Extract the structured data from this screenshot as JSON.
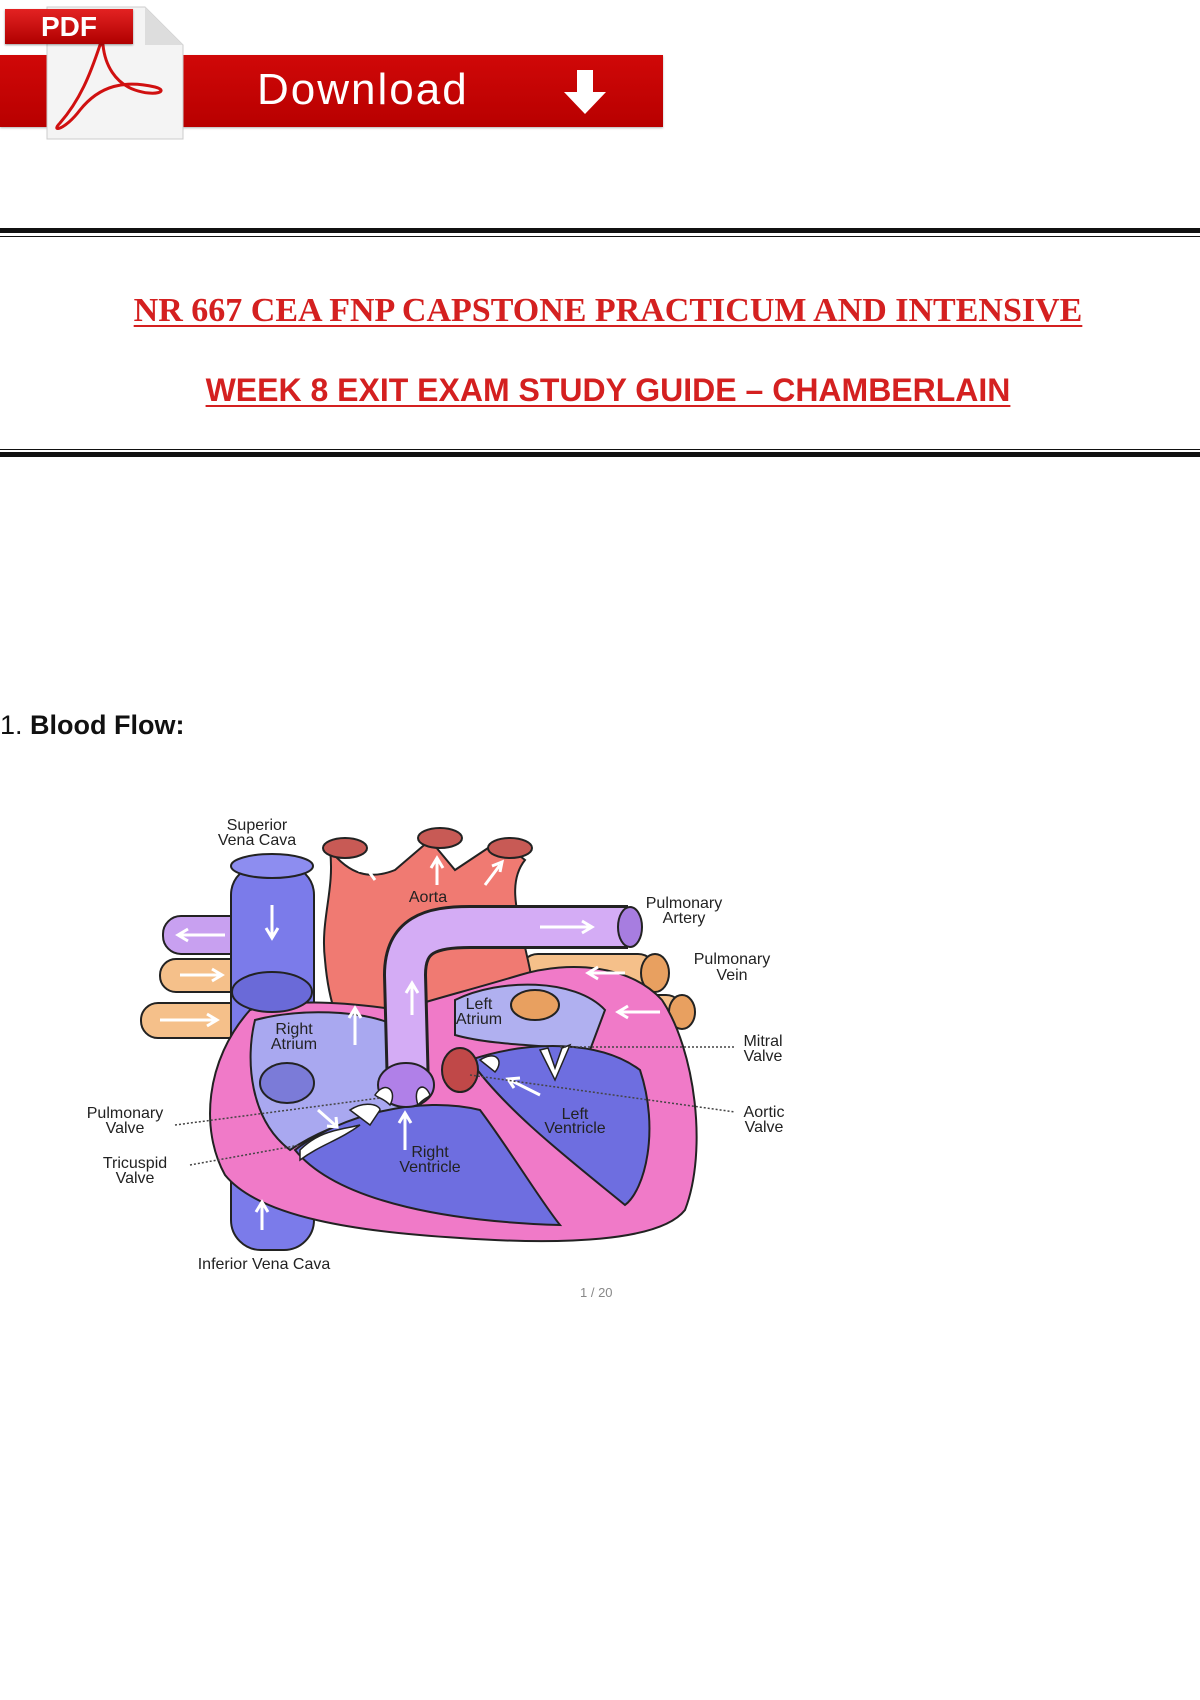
{
  "banner": {
    "pdf_label": "PDF",
    "download_label": "Download",
    "icon": "download-arrow-icon",
    "accent_color": "#c00000"
  },
  "document": {
    "title_line1": "NR 667 CEA FNP CAPSTONE PRACTICUM AND INTENSIVE",
    "title_line2": "WEEK 8 EXIT EXAM STUDY GUIDE – CHAMBERLAIN",
    "title_color": "#d42020",
    "section_number": "1.",
    "section_title": "Blood Flow:",
    "page_indicator": "1 / 20"
  },
  "diagram": {
    "labels": {
      "svc_1": "Superior",
      "svc_2": "Vena Cava",
      "aorta": "Aorta",
      "pa_1": "Pulmonary",
      "pa_2": "Artery",
      "pv_1": "Pulmonary",
      "pv_2": "Vein",
      "la_1": "Left",
      "la_2": "Atrium",
      "ra_1": "Right",
      "ra_2": "Atrium",
      "mv_1": "Mitral",
      "mv_2": "Valve",
      "av_1": "Aortic",
      "av_2": "Valve",
      "lv_1": "Left",
      "lv_2": "Ventricle",
      "rv_1": "Right",
      "rv_2": "Ventricle",
      "pulv_1": "Pulmonary",
      "pulv_2": "Valve",
      "tv_1": "Tricuspid",
      "tv_2": "Valve",
      "ivc": "Inferior Vena Cava"
    }
  }
}
